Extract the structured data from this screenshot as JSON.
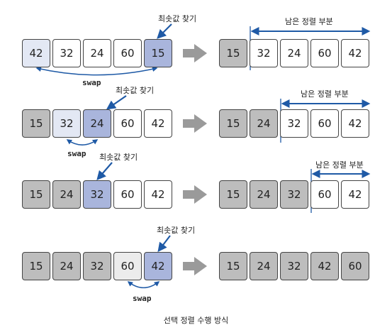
{
  "min_label": "최솟값 찾기",
  "sorted_label": "남은 정렬 부분",
  "swap_label": "swap",
  "caption": "선택 정렬 수행 방식",
  "colors": {
    "white": "#ffffff",
    "sorted_gray": "#bdbdbd",
    "swap_light_blue": "#e3e8f4",
    "min_blue": "#a9b5dc",
    "light_gray": "#ececec",
    "process_arrow": "#9a9a9a",
    "pointer_arrow": "#1f5aa6"
  },
  "steps": [
    {
      "before": [
        {
          "v": "42",
          "s": "light"
        },
        {
          "v": "32",
          "s": "white"
        },
        {
          "v": "24",
          "s": "white"
        },
        {
          "v": "60",
          "s": "white"
        },
        {
          "v": "15",
          "s": "blue"
        }
      ],
      "after": [
        {
          "v": "15",
          "s": "gray"
        },
        {
          "v": "32",
          "s": "white"
        },
        {
          "v": "24",
          "s": "white"
        },
        {
          "v": "60",
          "s": "white"
        },
        {
          "v": "42",
          "s": "white"
        }
      ]
    },
    {
      "before": [
        {
          "v": "15",
          "s": "gray"
        },
        {
          "v": "32",
          "s": "light"
        },
        {
          "v": "24",
          "s": "blue"
        },
        {
          "v": "60",
          "s": "white"
        },
        {
          "v": "42",
          "s": "white"
        }
      ],
      "after": [
        {
          "v": "15",
          "s": "gray"
        },
        {
          "v": "24",
          "s": "gray"
        },
        {
          "v": "32",
          "s": "white"
        },
        {
          "v": "60",
          "s": "white"
        },
        {
          "v": "42",
          "s": "white"
        }
      ]
    },
    {
      "before": [
        {
          "v": "15",
          "s": "gray"
        },
        {
          "v": "24",
          "s": "gray"
        },
        {
          "v": "32",
          "s": "blue"
        },
        {
          "v": "60",
          "s": "white"
        },
        {
          "v": "42",
          "s": "white"
        }
      ],
      "after": [
        {
          "v": "15",
          "s": "gray"
        },
        {
          "v": "24",
          "s": "gray"
        },
        {
          "v": "32",
          "s": "gray"
        },
        {
          "v": "60",
          "s": "white"
        },
        {
          "v": "42",
          "s": "white"
        }
      ]
    },
    {
      "before": [
        {
          "v": "15",
          "s": "gray"
        },
        {
          "v": "24",
          "s": "gray"
        },
        {
          "v": "32",
          "s": "gray"
        },
        {
          "v": "60",
          "s": "lgray"
        },
        {
          "v": "42",
          "s": "blue"
        }
      ],
      "after": [
        {
          "v": "15",
          "s": "gray"
        },
        {
          "v": "24",
          "s": "gray"
        },
        {
          "v": "32",
          "s": "gray"
        },
        {
          "v": "42",
          "s": "gray"
        },
        {
          "v": "60",
          "s": "gray"
        }
      ]
    }
  ]
}
